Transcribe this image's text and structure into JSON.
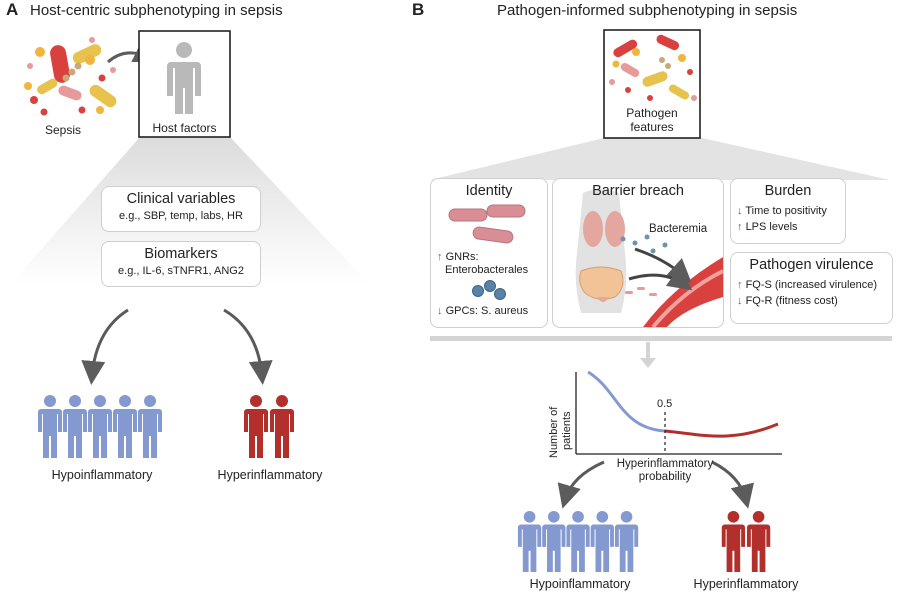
{
  "panel_a": {
    "letter": "A",
    "title": "Host-centric subphenotyping in sepsis",
    "sepsis_label": "Sepsis",
    "host_label": "Host factors",
    "clinical": {
      "title": "Clinical variables",
      "subtitle": "e.g., SBP, temp, labs, HR"
    },
    "biomarkers": {
      "title": "Biomarkers",
      "subtitle": "e.g., IL-6, sTNFR1, ANG2"
    },
    "hypo_label": "Hypoinflammatory",
    "hyper_label": "Hyperinflammatory"
  },
  "panel_b": {
    "letter": "B",
    "title": "Pathogen-informed subphenotyping in sepsis",
    "pathogen_label_1": "Pathogen",
    "pathogen_label_2": "features",
    "identity": {
      "title": "Identity",
      "gnr_1": "GNRs:",
      "gnr_2": "Enterobacterales",
      "gpc": "GPCs: S. aureus"
    },
    "barrier": {
      "title": "Barrier breach",
      "bacteremia": "Bacteremia"
    },
    "burden": {
      "title": "Burden",
      "item1": "Time to positivity",
      "item2": "LPS levels"
    },
    "virulence": {
      "title": "Pathogen virulence",
      "item1": "FQ-S (increased virulence)",
      "item2": "FQ-R (fitness cost)"
    },
    "curve": {
      "ylabel_1": "Number of",
      "ylabel_2": "patients",
      "xlabel_1": "Hyperinflammatory",
      "xlabel_2": "probability",
      "threshold": "0.5"
    },
    "hypo_label": "Hypoinflammatory",
    "hyper_label": "Hyperinflammatory"
  },
  "colors": {
    "hypo": "#8499cf",
    "hyper": "#b22f2b",
    "gray_arrow": "#666666",
    "fan": "#e4e4e4"
  }
}
